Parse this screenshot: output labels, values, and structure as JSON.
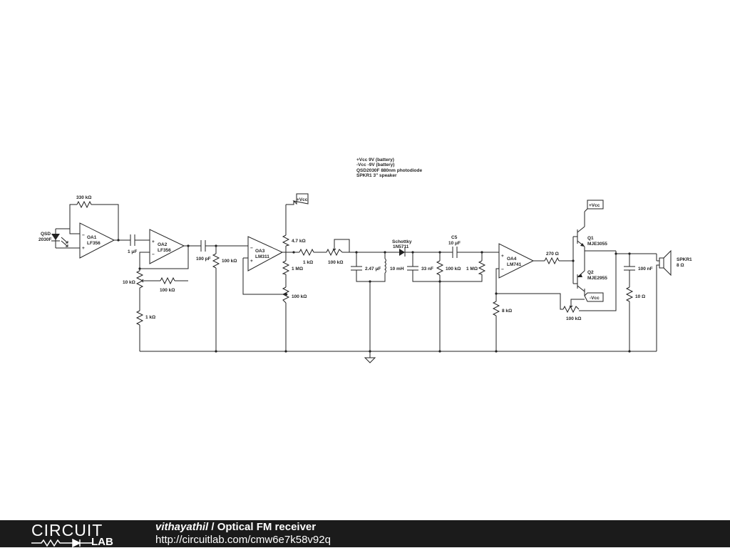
{
  "notes": [
    "+Vcc 9V (battery)",
    "-Vcc -9V (battery)",
    "QSD2030F 880nm photodiode",
    "SPKR1 3\" speaker"
  ],
  "labels": {
    "qsd_name": "QSD",
    "qsd_part": "2030F",
    "r_330k": "330 kΩ",
    "oa1_name": "OA1",
    "oa1_part": "LF356",
    "c_1u": "1 μF",
    "oa2_name": "OA2",
    "oa2_part": "LF356",
    "pot_10k": "10 kΩ",
    "r_100k_fb": "100 kΩ",
    "r_1k_gnd": "1 kΩ",
    "c_100p": "100 pF",
    "r_100k_bias": "100 kΩ",
    "oa3_name": "OA3",
    "oa3_part": "LM311",
    "vcc_top": "+Vcc",
    "r_4k7": "4.7 kΩ",
    "r_1M_div": "1 MΩ",
    "pot_100k_oa3": "100 kΩ",
    "r_1k_series": "1 kΩ",
    "pot_100k_series": "100 kΩ",
    "c_2p47": "2.47 μF",
    "l_10m": "10 mH",
    "d_name": "Schottky",
    "d_part": "1N5711",
    "c5_name": "C5",
    "c5_value": "10 μF",
    "c_33n": "33 nF",
    "r_100k_load": "100 kΩ",
    "r_1M_load": "1 MΩ",
    "oa4_name": "OA4",
    "oa4_part": "LM741",
    "r_8k": "8 kΩ",
    "r_270": "270 Ω",
    "vcc_q1": "+Vcc",
    "q1_name": "Q1",
    "q1_part": "MJE3055",
    "q2_name": "Q2",
    "q2_part": "MJE2955",
    "vee_q2": "-Vcc",
    "pot_100k_fb": "100 kΩ",
    "c_100n": "100 nF",
    "r_10": "10 Ω",
    "spkr_name": "SPKR1",
    "spkr_value": "8 Ω"
  },
  "footer": {
    "logo_top": "CIRCUIT",
    "logo_bottom": "LAB",
    "author": "vithayathil",
    "separator": " / ",
    "title": "Optical FM receiver",
    "url": "http://circuitlab.com/cmw6e7k58v92q"
  }
}
